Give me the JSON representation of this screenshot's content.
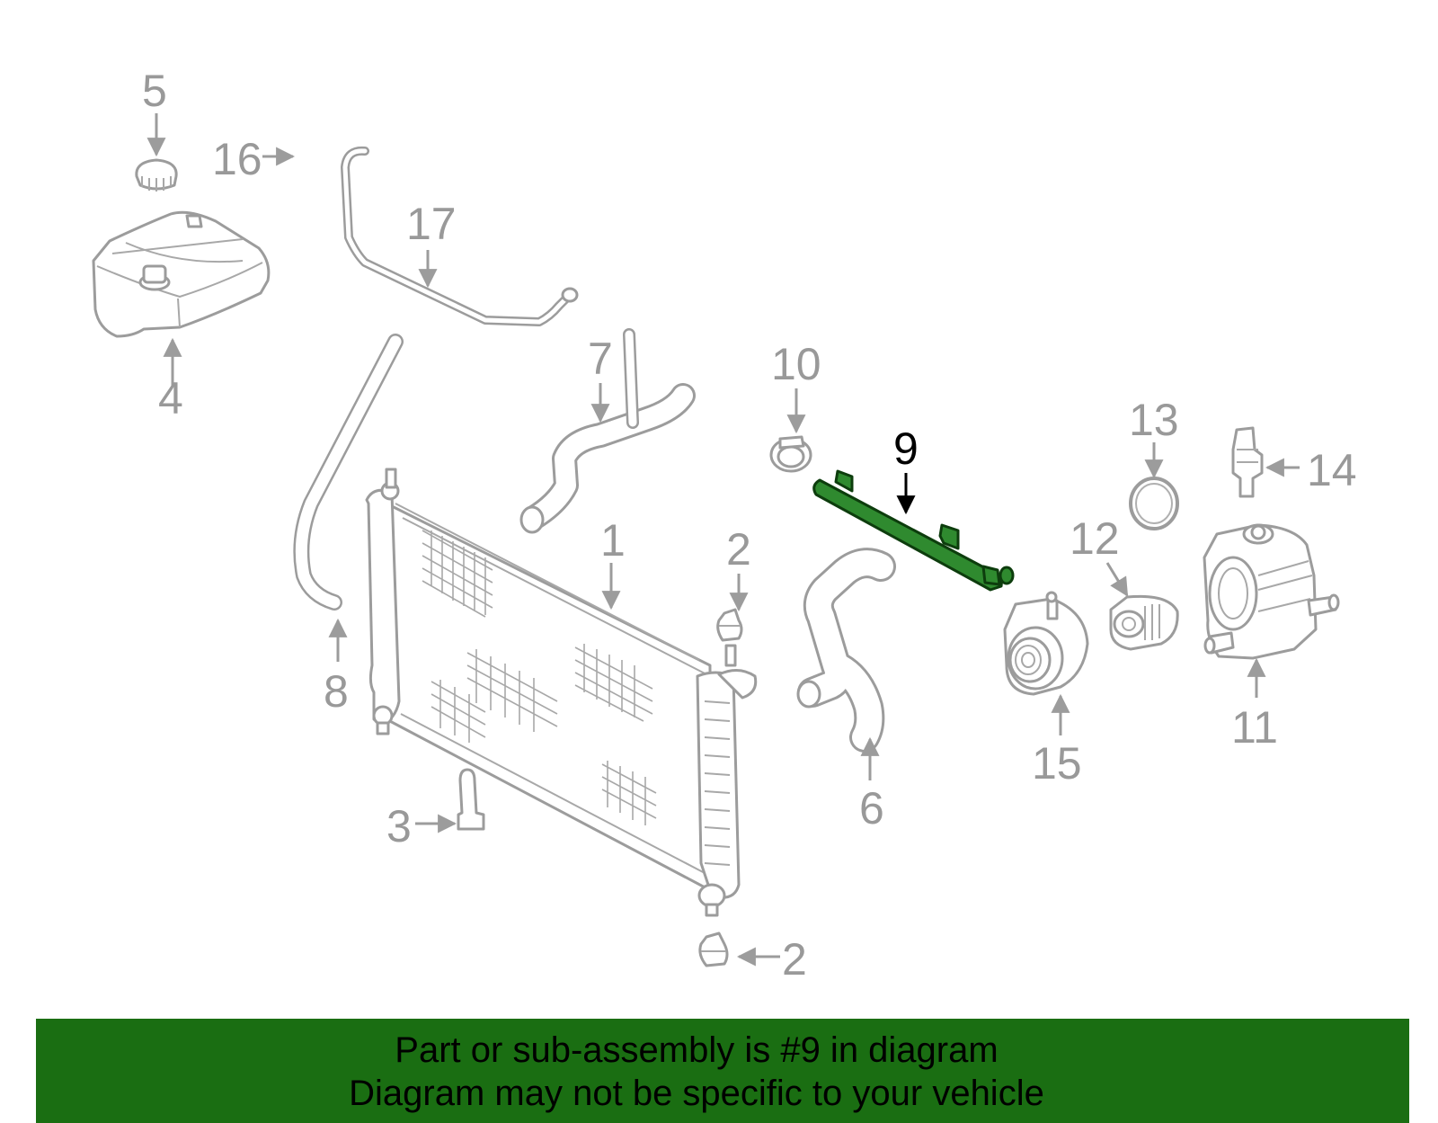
{
  "callouts": {
    "n1": "1",
    "n2a": "2",
    "n2b": "2",
    "n3": "3",
    "n4": "4",
    "n5": "5",
    "n6": "6",
    "n7": "7",
    "n8": "8",
    "n9": "9",
    "n10": "10",
    "n11": "11",
    "n12": "12",
    "n13": "13",
    "n14": "14",
    "n15": "15",
    "n16": "16",
    "n17": "17"
  },
  "highlighted_part": "9",
  "colors": {
    "highlight_fill": "#2f8a2f",
    "banner_bg": "#1a6e12",
    "callout_gray": "#999999"
  },
  "banner": {
    "line1": "Part or sub-assembly is #9 in diagram",
    "line2": "Diagram may not be specific to your vehicle"
  }
}
